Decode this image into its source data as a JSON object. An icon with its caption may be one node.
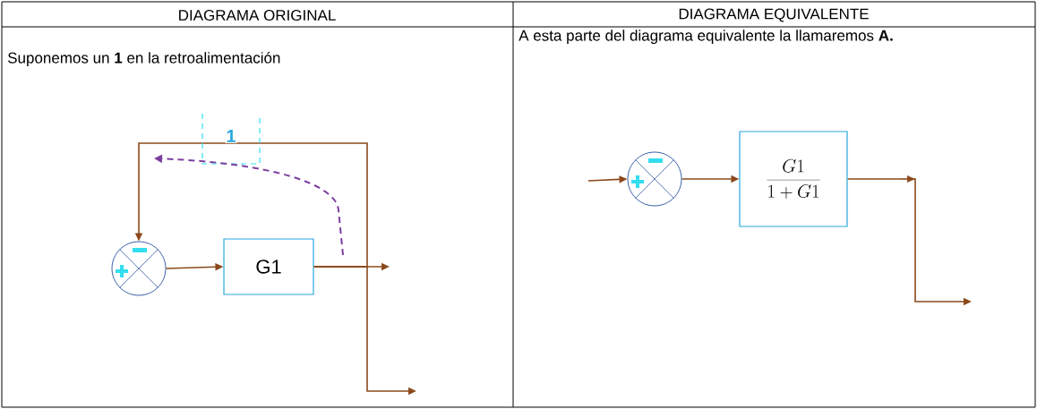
{
  "diagram": {
    "nodes": [
      {
        "text": [],
        "shape": "circle"
      },
      {
        "text": [
          "G1"
        ]
      },
      {
        "text": [],
        "shape": "circle"
      },
      {
        "text": [
          "\\frac{G1}{1 + G1}"
        ]
      }
    ],
    "edges": [
      {
        "from": 0,
        "to": 1,
        "arrow": "to"
      },
      {
        "from": 1,
        "to": null,
        "arrow": "to"
      },
      {
        "from": 1,
        "to": null,
        "arrow": "to"
      },
      {
        "from": 1,
        "to": 0,
        "arrow": "to",
        "label": "1"
      },
      {
        "from": null,
        "to": 2,
        "arrow": "to"
      },
      {
        "from": 2,
        "to": 3,
        "arrow": "to"
      },
      {
        "from": 3,
        "to": null,
        "arrow": "to"
      }
    ],
    "labels": [
      "DIAGRAMA ORIGINAL",
      "DIAGRAMA EQUIVALENTE",
      "Suponemos un **1** en la retroalimentación",
      "A esta parte del diagrama equivalente la llamaremos **A.**"
    ]
  }
}
